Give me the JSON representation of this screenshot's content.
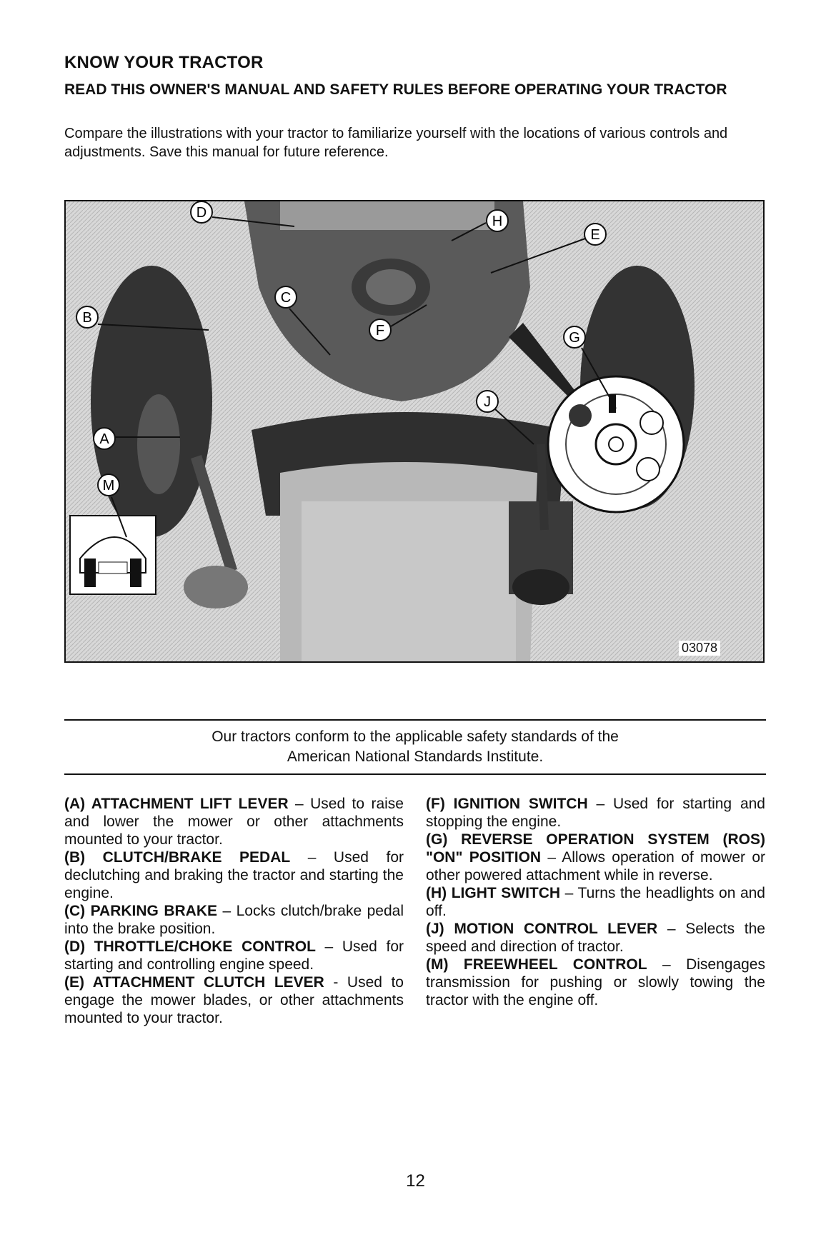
{
  "header": {
    "title": "KNOW YOUR TRACTOR",
    "subtitle": "READ THIS OWNER'S MANUAL AND SAFETY RULES BEFORE OPERATING YOUR TRACTOR",
    "intro": "Compare the illustrations with your tractor to familiarize yourself with the locations of various controls and adjustments.  Save this manual for future reference."
  },
  "figure": {
    "callouts": [
      "D",
      "H",
      "E",
      "C",
      "B",
      "F",
      "G",
      "J",
      "A",
      "M"
    ],
    "figure_number": "03078"
  },
  "standards_note": {
    "line1": "Our tractors conform to the applicable safety standards of the",
    "line2": "American National Standards Institute."
  },
  "controls_left": [
    {
      "term": "(A) ATTACHMENT LIFT LEVER",
      "desc": " – Used to raise and lower the mower or other attachments mounted to your tractor."
    },
    {
      "term": "(B) CLUTCH/BRAKE PEDAL",
      "desc": " – Used for declutching and braking the tractor and starting the engine."
    },
    {
      "term": "(C) PARKING BRAKE",
      "desc": " – Locks clutch/brake pedal into the brake position."
    },
    {
      "term": "(D) THROTTLE/CHOKE CONTROL",
      "desc": " – Used for starting and controlling engine speed."
    },
    {
      "term": "(E) ATTACHMENT CLUTCH LEVER",
      "desc": " - Used to engage the mower blades, or other attachments mounted to your tractor."
    }
  ],
  "controls_right": [
    {
      "term": "(F) IGNITION SWITCH",
      "desc": " – Used for starting and stopping the engine."
    },
    {
      "term": "(G) REVERSE OPERATION SYSTEM (ROS) \"ON\" POSITION",
      "desc": " – Allows operation of mower or other powered attachment while in reverse."
    },
    {
      "term": "(H) LIGHT SWITCH",
      "desc": " – Turns the headlights on and off."
    },
    {
      "term": "(J) MOTION CONTROL LEVER",
      "desc": " – Selects the speed and direction of tractor."
    },
    {
      "term": "(M) FREEWHEEL CONTROL",
      "desc": " – Disengages transmission for pushing or slowly towing the tractor with the engine off."
    }
  ],
  "page_number": "12"
}
